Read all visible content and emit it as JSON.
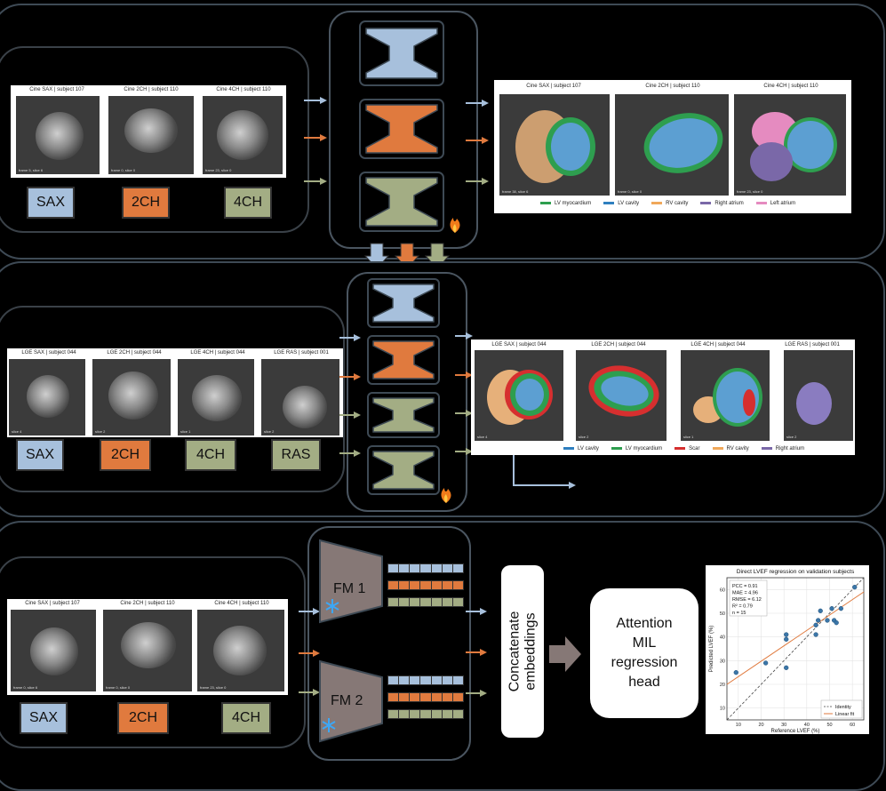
{
  "row1": {
    "inputs": [
      {
        "title": "Cine SAX | subject 107",
        "caption": "frame 5, slice 6"
      },
      {
        "title": "Cine 2CH | subject 110",
        "caption": "frame 0, slice 0"
      },
      {
        "title": "Cine 4CH | subject 110",
        "caption": "frame 23, slice 0"
      }
    ],
    "labels": [
      "SAX",
      "2CH",
      "4CH"
    ],
    "outputs": [
      {
        "title": "Cine SAX | subject 107",
        "caption": "frame 38, slice 6"
      },
      {
        "title": "Cine 2CH | subject 110",
        "caption": "frame 0, slice 0"
      },
      {
        "title": "Cine 4CH | subject 110",
        "caption": "frame 23, slice 0"
      }
    ],
    "legend": [
      {
        "name": "LV myocardium",
        "color": "#2e9e4f"
      },
      {
        "name": "LV cavity",
        "color": "#2f7fbf"
      },
      {
        "name": "RV cavity",
        "color": "#f0a85a"
      },
      {
        "name": "Right atrium",
        "color": "#7a68a8"
      },
      {
        "name": "Left atrium",
        "color": "#e58bc0"
      }
    ]
  },
  "row2": {
    "inputs": [
      {
        "title": "LGE SAX | subject 044",
        "caption": "slice 4"
      },
      {
        "title": "LGE 2CH | subject 044",
        "caption": "slice 2"
      },
      {
        "title": "LGE 4CH | subject 044",
        "caption": "slice 1"
      },
      {
        "title": "LGE RAS | subject 001",
        "caption": "slice 2"
      }
    ],
    "labels": [
      "SAX",
      "2CH",
      "4CH",
      "RAS"
    ],
    "outputs": [
      {
        "title": "LGE SAX | subject 044",
        "caption": "slice 4"
      },
      {
        "title": "LGE 2CH | subject 044",
        "caption": "slice 2"
      },
      {
        "title": "LGE 4CH | subject 044",
        "caption": "slice 1"
      },
      {
        "title": "LGE RAS | subject 001",
        "caption": "slice 2"
      }
    ],
    "legend": [
      {
        "name": "LV cavity",
        "color": "#2f7fbf"
      },
      {
        "name": "LV myocardium",
        "color": "#2e9e4f"
      },
      {
        "name": "Scar",
        "color": "#d62f2f"
      },
      {
        "name": "RV cavity",
        "color": "#f0a85a"
      },
      {
        "name": "Right atrium",
        "color": "#7a68a8"
      }
    ]
  },
  "row3": {
    "inputs": [
      {
        "title": "Cine SAX | subject 107",
        "caption": "frame 0, slice 6"
      },
      {
        "title": "Cine 2CH | subject 110",
        "caption": "frame 0, slice 0"
      },
      {
        "title": "Cine 4CH | subject 110",
        "caption": "frame 23, slice 0"
      }
    ],
    "labels": [
      "SAX",
      "2CH",
      "4CH"
    ],
    "fm1": "FM 1",
    "fm2": "FM 2",
    "concat": "Concatenate embeddings",
    "head": "Attention MIL regression head"
  },
  "colors": {
    "sax": "#a7c0dc",
    "ch2": "#e07a3e",
    "ch4": "#a3ad84",
    "frame": "#3e4a55"
  },
  "chart_data": {
    "type": "scatter",
    "title": "Direct LVEF regression on validation subjects",
    "xlabel": "Reference LVEF (%)",
    "ylabel": "Predicted LVEF (%)",
    "xlim": [
      5,
      65
    ],
    "ylim": [
      5,
      65
    ],
    "xticks": [
      10,
      20,
      30,
      40,
      50,
      60
    ],
    "yticks": [
      10,
      20,
      30,
      40,
      50,
      60
    ],
    "stats": [
      "PCC = 0.91",
      "MAE = 4.96",
      "RMSE = 6.12",
      "R² = 0.79",
      "n = 15"
    ],
    "points": [
      [
        9,
        25
      ],
      [
        22,
        29
      ],
      [
        31,
        41
      ],
      [
        31,
        39
      ],
      [
        31,
        27
      ],
      [
        44,
        41
      ],
      [
        44,
        45
      ],
      [
        45,
        47
      ],
      [
        46,
        51
      ],
      [
        49,
        47
      ],
      [
        51,
        52
      ],
      [
        52,
        47
      ],
      [
        53,
        46
      ],
      [
        55,
        52
      ],
      [
        61,
        61
      ]
    ],
    "fit": [
      [
        5,
        20
      ],
      [
        65,
        59
      ]
    ],
    "identity": [
      [
        5,
        5
      ],
      [
        65,
        65
      ]
    ],
    "legend": [
      "Identity",
      "Linear fit"
    ],
    "grid": true,
    "legend_position": "bottom-right"
  }
}
